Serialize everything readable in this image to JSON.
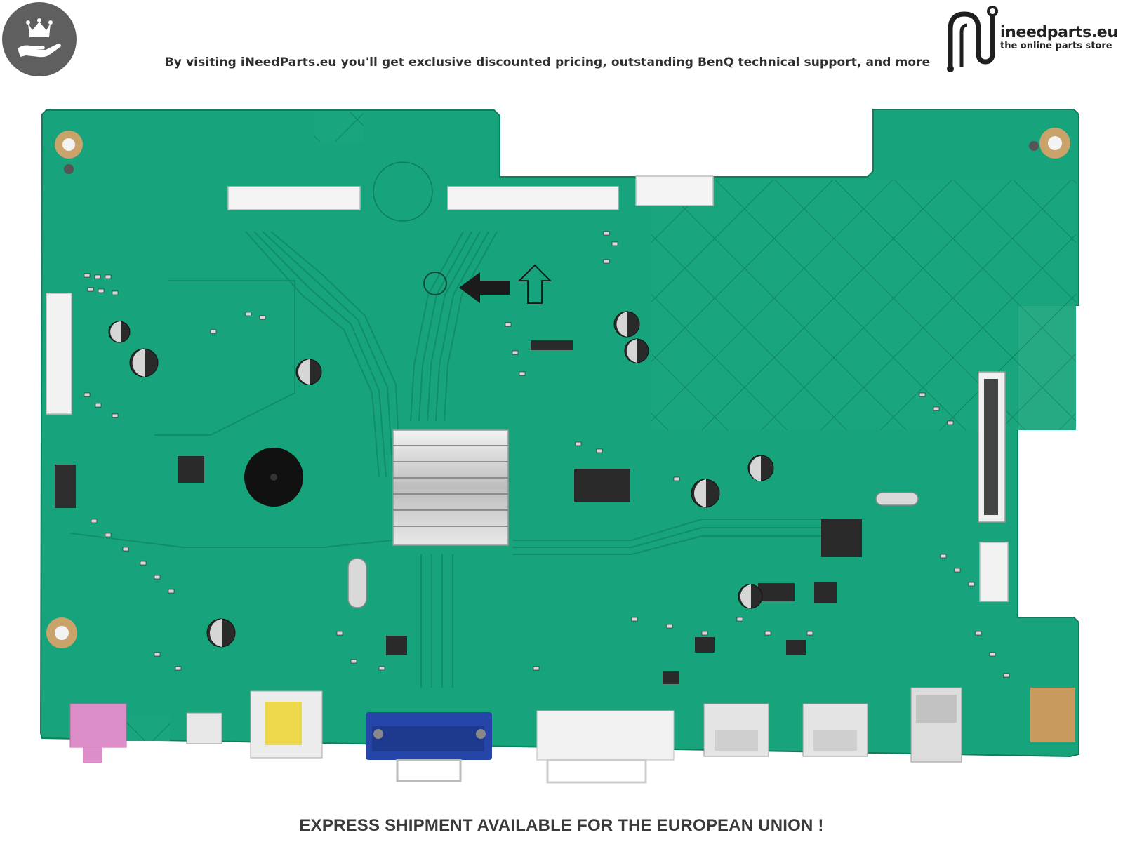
{
  "header": {
    "badge_icon": "crown-hand-icon",
    "tagline": "By visiting iNeedParts.eu you'll get exclusive discounted pricing, outstanding BenQ technical support, and more",
    "logo": {
      "icon": "circuit-n-logo-icon",
      "name": "ineedparts.eu",
      "subtitle": "the online parts store"
    }
  },
  "board": {
    "subject": "BenQ monitor main board",
    "colors": {
      "pcb": "#17a37b",
      "pcb_dark": "#0f8a64",
      "trace": "#129470"
    }
  },
  "footer": {
    "text": "EXPRESS SHIPMENT AVAILABLE FOR THE EUROPEAN UNION !"
  }
}
